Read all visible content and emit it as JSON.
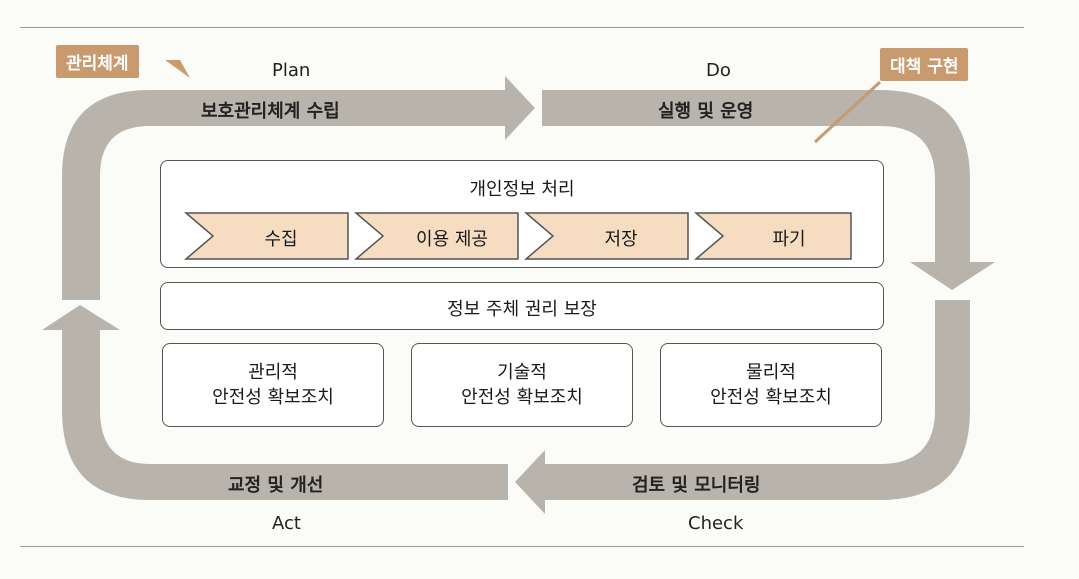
{
  "colors": {
    "band": "#b9b4ab",
    "tag": "#c89a6e",
    "chevron_fill": "#f6ddc2"
  },
  "tags": {
    "management_system": "관리체계",
    "implementation": "대책 구현"
  },
  "phases": {
    "plan": "Plan",
    "do": "Do",
    "check": "Check",
    "act": "Act"
  },
  "bands": {
    "plan_label": "보호관리체계 수립",
    "do_label": "실행 및 운영",
    "check_label": "검토 및 모니터링",
    "act_label": "교정 및 개선"
  },
  "processing": {
    "title": "개인정보 처리",
    "stages": [
      "수집",
      "이용 제공",
      "저장",
      "파기"
    ]
  },
  "rights": {
    "label": "정보 주체 권리 보장"
  },
  "safeguards": [
    {
      "line1": "관리적",
      "line2": "안전성 확보조치"
    },
    {
      "line1": "기술적",
      "line2": "안전성 확보조치"
    },
    {
      "line1": "물리적",
      "line2": "안전성 확보조치"
    }
  ]
}
